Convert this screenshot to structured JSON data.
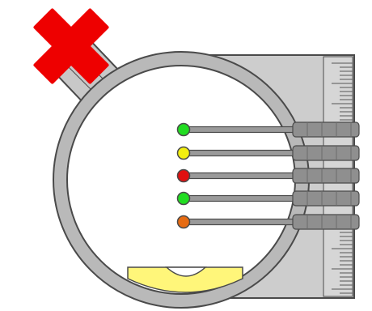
{
  "figure": {
    "subject": "bow-sight-icon",
    "colors": {
      "housing": "#cdcdcd",
      "housing_outline": "#4a4a4a",
      "ring": "#b9b9b9",
      "pin_rod": "#9a9a9a",
      "pin_block": "#8f8f8f",
      "scale_ticks": "#555555",
      "level_vial": "#fff67a",
      "close_mark": "#ee0000"
    },
    "pins": [
      {
        "color_name": "green",
        "color": "#22dd22"
      },
      {
        "color_name": "yellow",
        "color": "#f2ee10"
      },
      {
        "color_name": "red",
        "color": "#e01010"
      },
      {
        "color_name": "green",
        "color": "#22dd22"
      },
      {
        "color_name": "orange",
        "color": "#e66b12"
      }
    ],
    "close_mark_icon": "red-x-icon"
  }
}
